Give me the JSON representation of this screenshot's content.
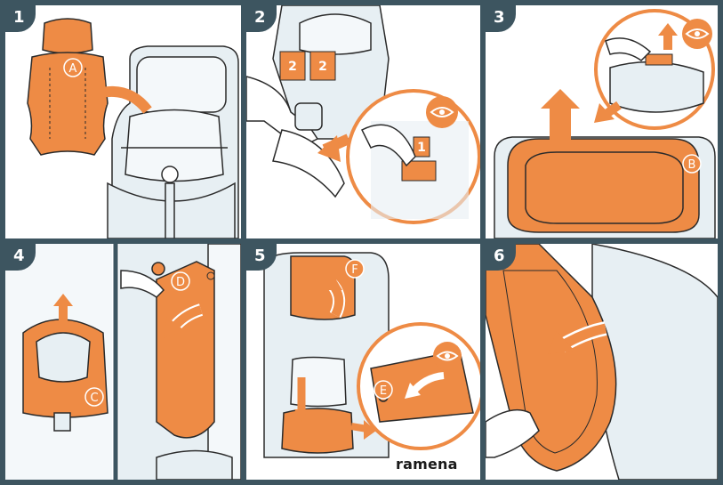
{
  "steps": [
    {
      "number": "1",
      "parts": [
        "A"
      ]
    },
    {
      "number": "2",
      "parts": [
        "1",
        "2",
        "2"
      ]
    },
    {
      "number": "3",
      "parts": [
        "B"
      ]
    },
    {
      "number": "4",
      "parts": [
        "C",
        "D"
      ]
    },
    {
      "number": "5",
      "parts": [
        "F",
        "E"
      ]
    },
    {
      "number": "6",
      "parts": []
    }
  ],
  "brand": "ramena",
  "icons": [
    "eye-icon",
    "arrow-icon"
  ],
  "colors": {
    "accent": "#ee8b45",
    "frame": "#3d5560",
    "seat": "#e7eff3",
    "line": "#2b2b2b"
  }
}
